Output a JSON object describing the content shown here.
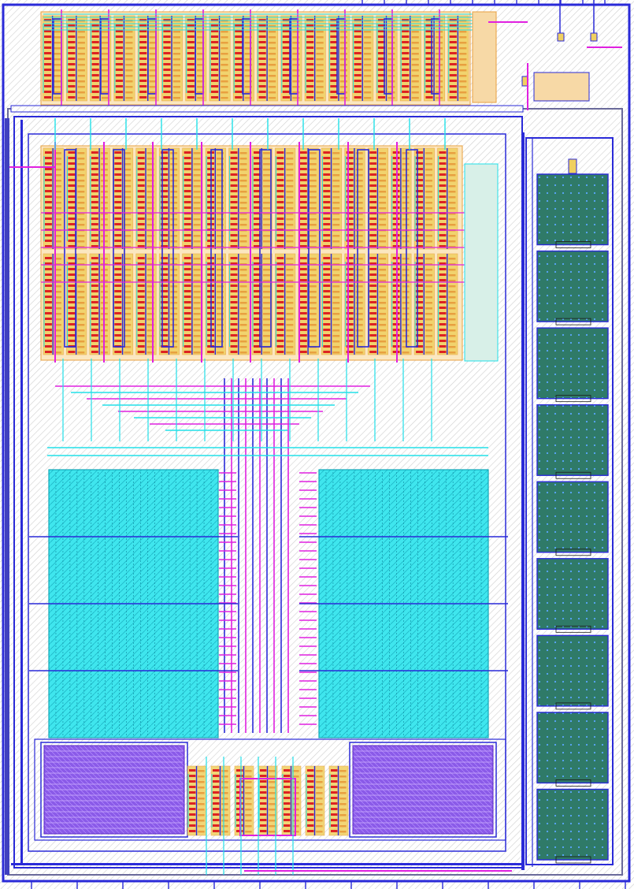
{
  "view": {
    "kind": "ic-layout",
    "palette": {
      "background": "#ffffff",
      "hatch": "#c8c8c8",
      "metal1": "#2a2ad8",
      "metal2": "#e020e0",
      "metal3": "#22e0e8",
      "poly": "#dd2222",
      "diffusion": "#e8a040",
      "implant": "#f0d060",
      "nwell_cap": "#2f7a68",
      "cap_grid": "#7060d8",
      "via": "#1a1a1a"
    }
  },
  "blocks": {
    "top_logic_columns": 18,
    "mid_logic_columns": 18,
    "mid_logic_rows": 2,
    "capacitor_tiles": 9,
    "mim_array_fingers": 24,
    "bottom_cap_fingers": 16,
    "bottom_logic_cells": 7
  },
  "layers": [
    {
      "name": "metal1",
      "icon": "metal1-layer-icon"
    },
    {
      "name": "metal2",
      "icon": "metal2-layer-icon"
    },
    {
      "name": "metal3",
      "icon": "metal3-layer-icon"
    },
    {
      "name": "poly",
      "icon": "poly-layer-icon"
    },
    {
      "name": "diffusion",
      "icon": "diffusion-layer-icon"
    }
  ]
}
